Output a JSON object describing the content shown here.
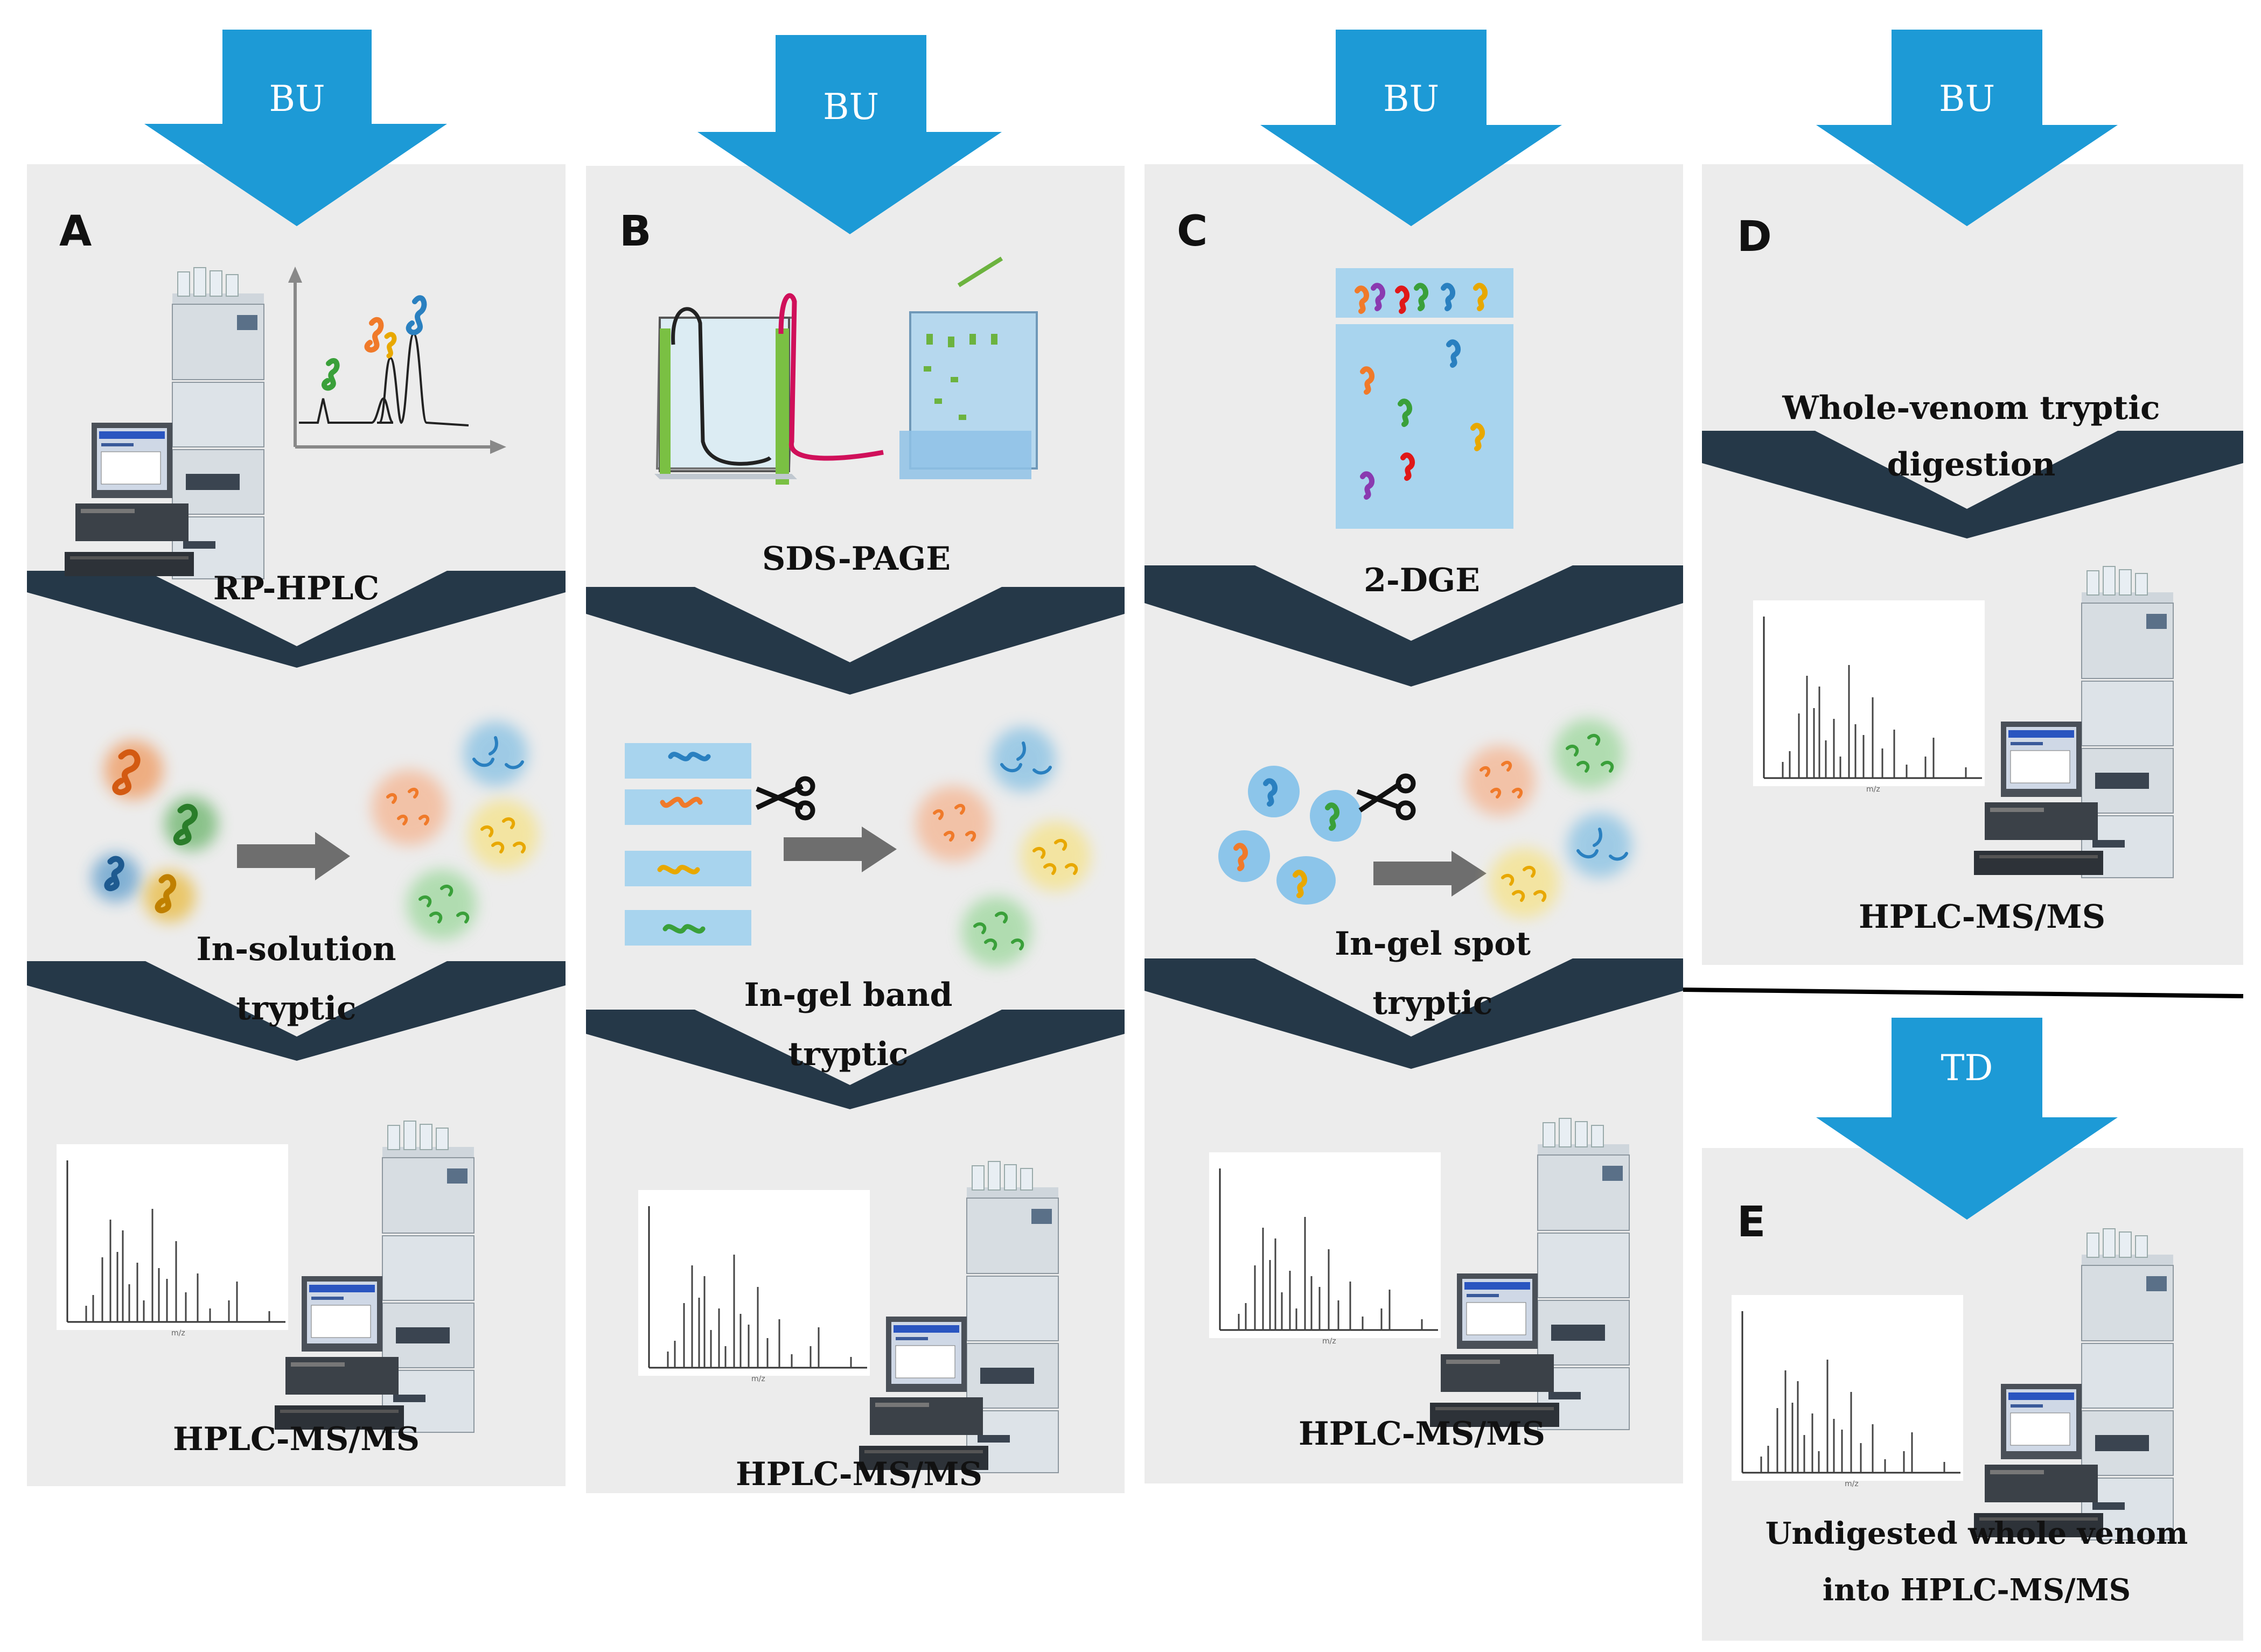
{
  "workflows": {
    "A": {
      "letter": "A",
      "arrow_label": "BU",
      "separation": "RP-HPLC",
      "digestion_line1": "In-solution",
      "digestion_line2": "tryptic",
      "analysis": "HPLC-MS/MS"
    },
    "B": {
      "letter": "B",
      "arrow_label": "BU",
      "separation": "SDS-PAGE",
      "digestion_line1": "In-gel band",
      "digestion_line2": "tryptic",
      "analysis": "HPLC-MS/MS"
    },
    "C": {
      "letter": "C",
      "arrow_label": "BU",
      "separation": "2-DGE",
      "digestion_line1": "In-gel spot",
      "digestion_line2": "tryptic",
      "analysis": "HPLC-MS/MS"
    },
    "D": {
      "letter": "D",
      "arrow_label": "BU",
      "digestion_line1": "Whole-venom tryptic",
      "digestion_line2": "digestion",
      "analysis": "HPLC-MS/MS"
    },
    "E": {
      "letter": "E",
      "arrow_label": "TD",
      "analysis_line1": "Undigested  whole venom",
      "analysis_line2": "into HPLC-MS/MS"
    }
  },
  "spectrum_axis_label": "m/z",
  "colors": {
    "arrow_blue": "#1d9ad6",
    "chevron_navy": "#253848",
    "panel_gray": "#ececec",
    "gel_blue": "#a8d4ee",
    "protein_orange": "#f07a2a",
    "protein_green": "#3aa03a",
    "protein_blue": "#2a80c0",
    "protein_yellow": "#e8a800",
    "protein_purple": "#8a3ab0",
    "protein_red": "#e01818"
  }
}
